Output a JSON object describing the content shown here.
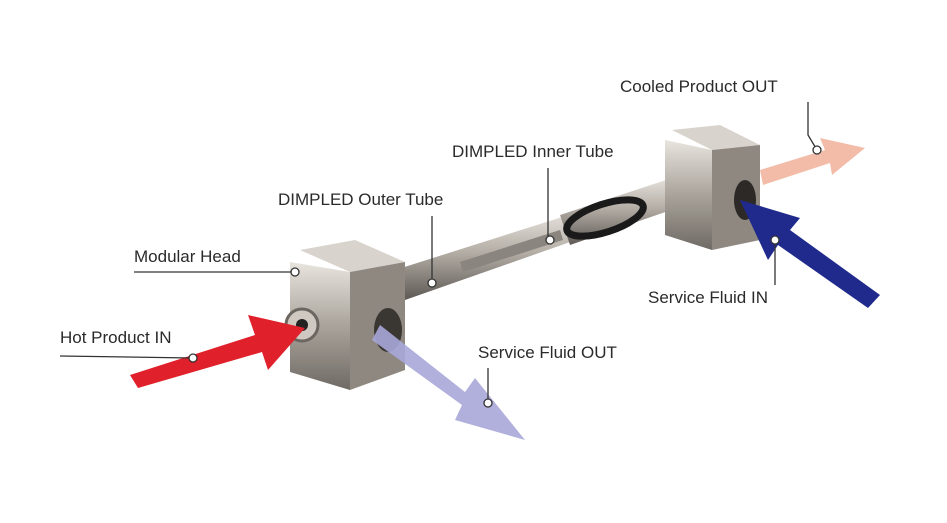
{
  "labels": {
    "cooled_product_out": "Cooled Product OUT",
    "dimpled_inner_tube": "DIMPLED Inner Tube",
    "dimpled_outer_tube": "DIMPLED Outer Tube",
    "modular_head": "Modular Head",
    "hot_product_in": "Hot Product IN",
    "service_fluid_out": "Service Fluid OUT",
    "service_fluid_in": "Service Fluid IN"
  },
  "colors": {
    "hot_product": "#e0202a",
    "cooled_product": "#f2b8a4",
    "service_in": "#1f2a8c",
    "service_out": "#a9a7d8",
    "metal": "#b8b2aa"
  }
}
